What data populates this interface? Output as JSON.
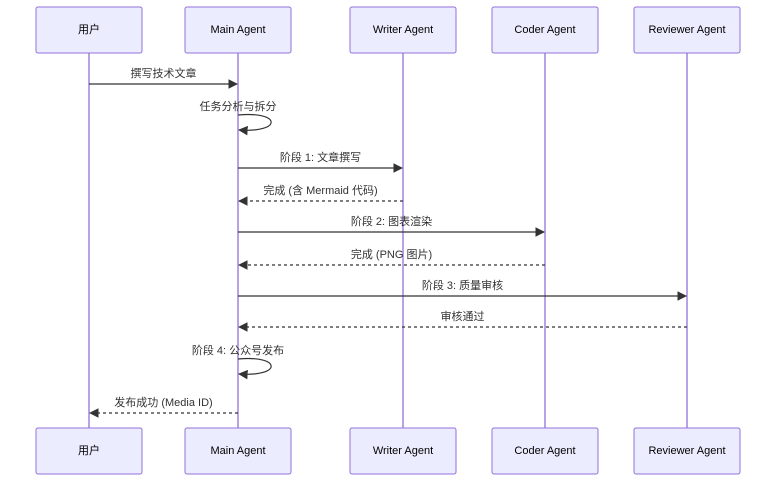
{
  "actors": [
    {
      "id": "user",
      "label": "用户"
    },
    {
      "id": "main",
      "label": "Main Agent"
    },
    {
      "id": "writer",
      "label": "Writer Agent"
    },
    {
      "id": "coder",
      "label": "Coder Agent"
    },
    {
      "id": "reviewer",
      "label": "Reviewer Agent"
    }
  ],
  "messages": [
    {
      "from": "user",
      "to": "main",
      "label": "撰写技术文章",
      "style": "solid"
    },
    {
      "from": "main",
      "to": "main",
      "label": "任务分析与拆分",
      "style": "solid"
    },
    {
      "from": "main",
      "to": "writer",
      "label": "阶段 1: 文章撰写",
      "style": "solid"
    },
    {
      "from": "writer",
      "to": "main",
      "label": "完成 (含 Mermaid 代码)",
      "style": "dashed"
    },
    {
      "from": "main",
      "to": "coder",
      "label": "阶段 2: 图表渲染",
      "style": "solid"
    },
    {
      "from": "coder",
      "to": "main",
      "label": "完成 (PNG 图片)",
      "style": "dashed"
    },
    {
      "from": "main",
      "to": "reviewer",
      "label": "阶段 3: 质量审核",
      "style": "solid"
    },
    {
      "from": "reviewer",
      "to": "main",
      "label": "审核通过",
      "style": "dashed"
    },
    {
      "from": "main",
      "to": "main",
      "label": "阶段 4: 公众号发布",
      "style": "solid"
    },
    {
      "from": "main",
      "to": "user",
      "label": "发布成功 (Media ID)",
      "style": "dashed"
    }
  ]
}
